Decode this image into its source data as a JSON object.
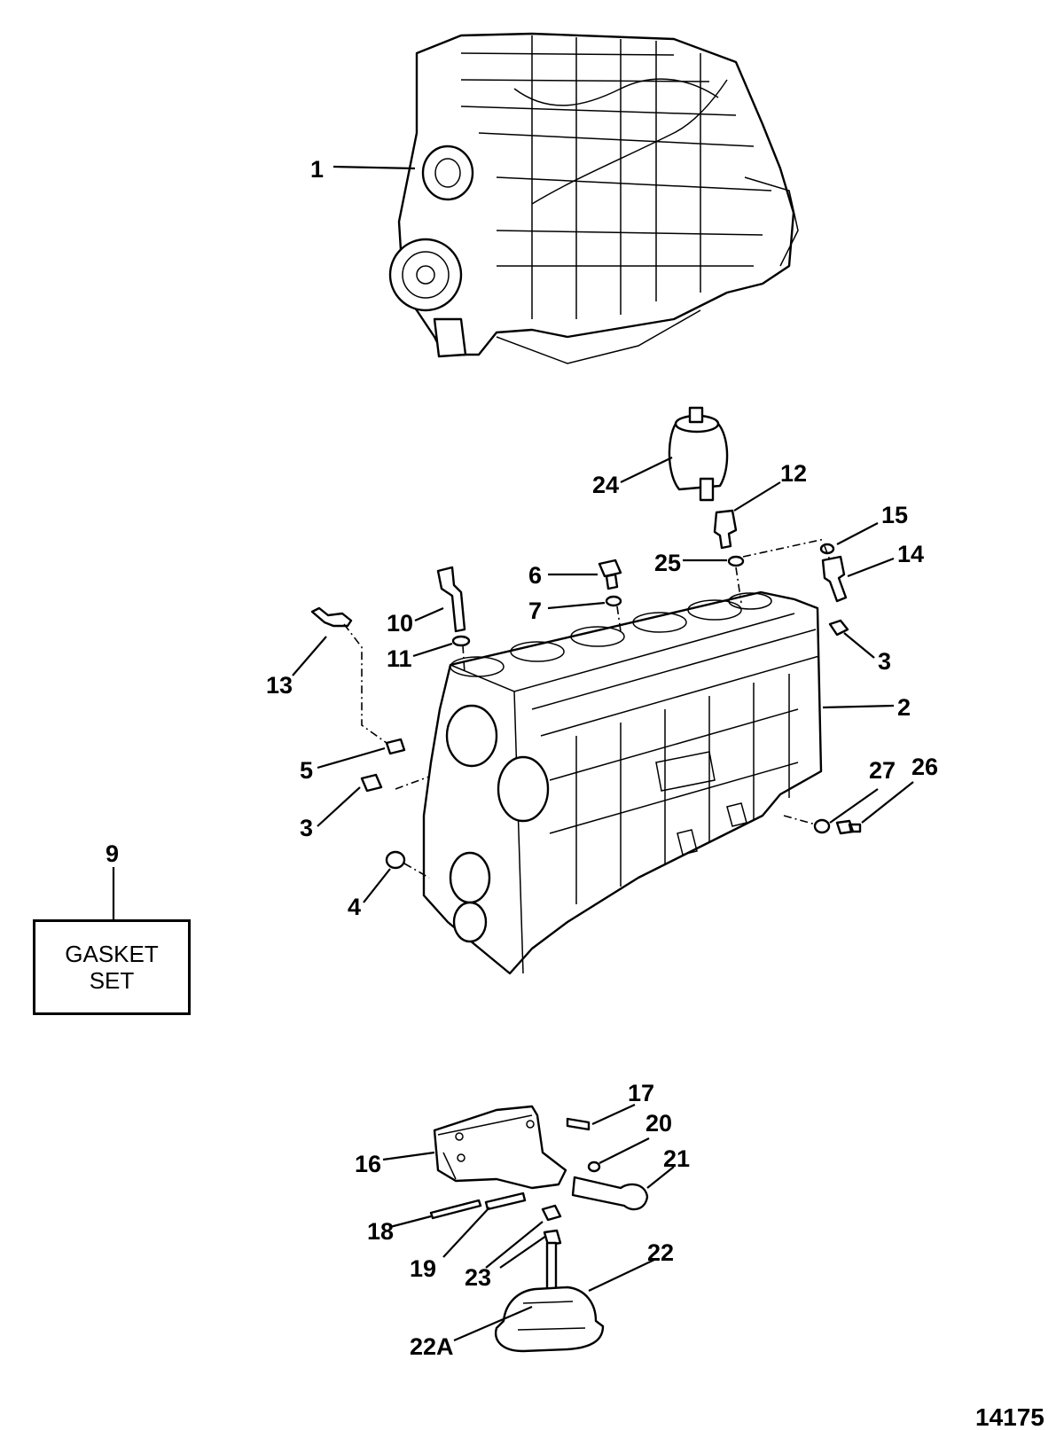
{
  "callouts": [
    {
      "id": "c1",
      "label": "1"
    },
    {
      "id": "c2",
      "label": "2"
    },
    {
      "id": "c3a",
      "label": "3"
    },
    {
      "id": "c3b",
      "label": "3"
    },
    {
      "id": "c4",
      "label": "4"
    },
    {
      "id": "c5",
      "label": "5"
    },
    {
      "id": "c6",
      "label": "6"
    },
    {
      "id": "c7",
      "label": "7"
    },
    {
      "id": "c9",
      "label": "9"
    },
    {
      "id": "c10",
      "label": "10"
    },
    {
      "id": "c11",
      "label": "11"
    },
    {
      "id": "c12",
      "label": "12"
    },
    {
      "id": "c13",
      "label": "13"
    },
    {
      "id": "c14",
      "label": "14"
    },
    {
      "id": "c15",
      "label": "15"
    },
    {
      "id": "c16",
      "label": "16"
    },
    {
      "id": "c17",
      "label": "17"
    },
    {
      "id": "c18",
      "label": "18"
    },
    {
      "id": "c19",
      "label": "19"
    },
    {
      "id": "c20",
      "label": "20"
    },
    {
      "id": "c21",
      "label": "21"
    },
    {
      "id": "c22",
      "label": "22"
    },
    {
      "id": "c22a",
      "label": "22A"
    },
    {
      "id": "c23",
      "label": "23"
    },
    {
      "id": "c24",
      "label": "24"
    },
    {
      "id": "c25",
      "label": "25"
    },
    {
      "id": "c26",
      "label": "26"
    },
    {
      "id": "c27",
      "label": "27"
    }
  ],
  "gasket_set": {
    "line1": "GASKET",
    "line2": "SET"
  },
  "figure_number": "14175"
}
